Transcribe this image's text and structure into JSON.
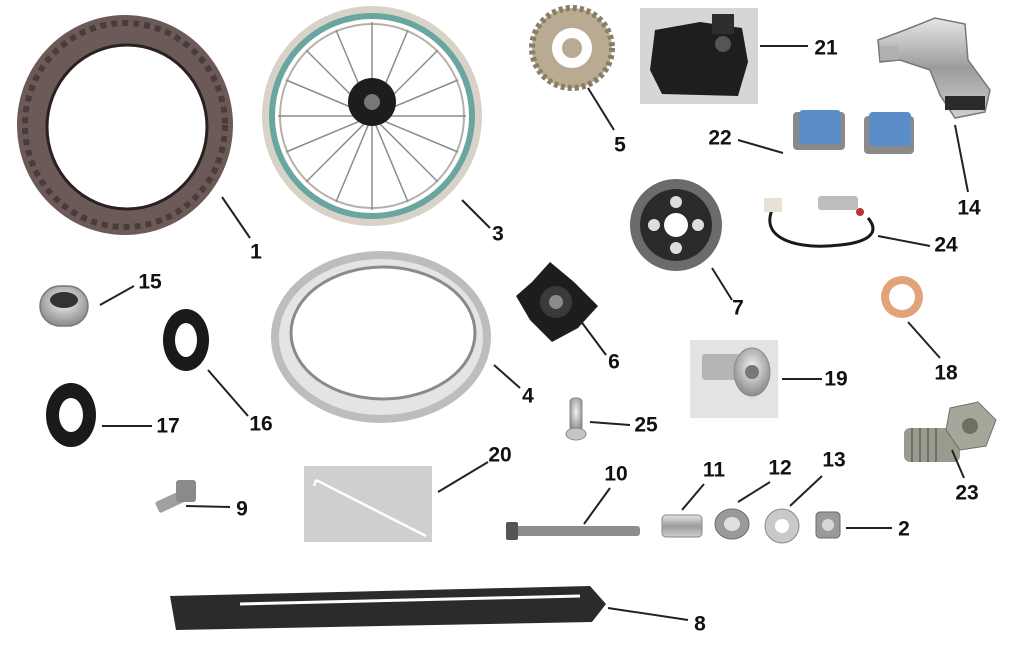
{
  "labels": {
    "tire": "1",
    "flange_nut": "2",
    "wheel_assembly": "3",
    "rim": "4",
    "sprocket": "5",
    "hub_flange": "6",
    "brake_disc": "7",
    "rim_tape": "8",
    "bolt": "9",
    "axle": "10",
    "spacer": "11",
    "collar": "12",
    "washer": "13",
    "master_cylinder": "14",
    "bearing": "15",
    "oil_seal_right": "16",
    "oil_seal_left": "17",
    "copper_washer": "18",
    "disc_bolt": "19",
    "spoke": "20",
    "brake_caliper": "21",
    "brake_pads": "22",
    "banjo_bolt": "23",
    "brake_switch": "24",
    "spoke_nipple": "25"
  },
  "colors": {
    "label": "#111111",
    "leader": "#222222",
    "tire": "#5a4a48",
    "chrome": "#c9c9c9",
    "rim_green": "#6aa6a0",
    "hub_black": "#1d1d1d",
    "pad_blue": "#5b8ec8",
    "photo_bg": "#d6d6d6"
  }
}
